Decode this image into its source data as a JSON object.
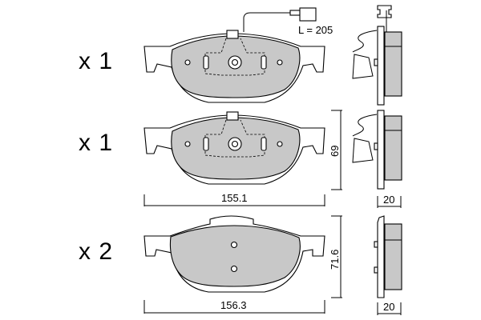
{
  "quantities": [
    "x 1",
    "x 1",
    "x 2"
  ],
  "wire_length_label": "L = 205",
  "dimensions": {
    "width_top": "155.1",
    "height_top": "69",
    "thickness_top": "20",
    "width_bottom": "156.3",
    "height_bottom": "71.6",
    "thickness_bottom": "20"
  },
  "colors": {
    "friction_material": "#c8c8c8",
    "line": "#000000"
  }
}
